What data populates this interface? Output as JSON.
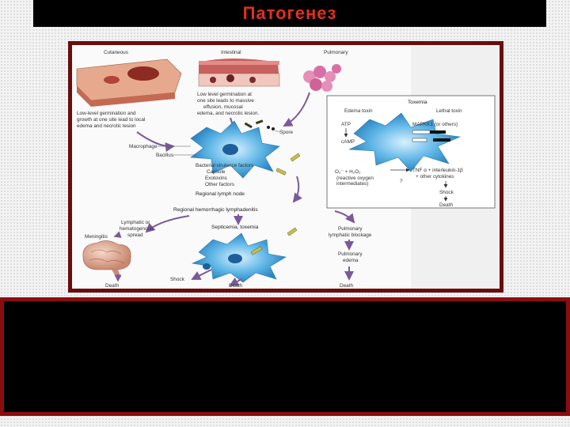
{
  "header": {
    "title": "Патогенез"
  },
  "diagram": {
    "routes": {
      "cutaneous": "Cutaneous",
      "intestinal": "Intestinal",
      "pulmonary": "Pulmonary"
    },
    "cutaneous_desc": [
      "Low-level germination and",
      "growth at one site lead to local",
      "edema and necrotic lesion"
    ],
    "intestinal_desc": [
      "Low level germination at",
      "one site leads to massive",
      "effusion, mucosal",
      "edema, and necrotic lesion."
    ],
    "cells": {
      "macrophage": "Macrophage",
      "bacillus": "Bacillus",
      "spore": "Spore"
    },
    "virulence": [
      "Bacterial virulence factors",
      "Capsule",
      "Exotoxins",
      "Other factors"
    ],
    "steps": {
      "lymph_node": "Regional lymph node",
      "lymphadenitis": "Regional hemorrhagic lymphadenitis",
      "septicemia": "Septicemia, toxemia",
      "lymphatic_spread": [
        "Lymphatic or",
        "hematogenous",
        "spread"
      ],
      "meningitis": "Meningitis",
      "pulm_blockage": [
        "Pulmonary",
        "lymphatic blockage"
      ],
      "pulm_edema": [
        "Pulmonary",
        "edema"
      ],
      "shock": "Shock",
      "death": "Death"
    },
    "toxemia_panel": {
      "title": "Toxemia",
      "edema_toxin": "Edema toxin",
      "lethal_toxin": "Lethal toxin",
      "atp": "ATP",
      "camp": "cAMP",
      "mapkk": "MAPKK1 (or others)",
      "ros": "O₂⁻ + H₂O₂",
      "ros_note": [
        "(reactive oxygen",
        "intermediates)"
      ],
      "q": "?",
      "tnf": [
        "TNF α + interleukin-1β",
        "+ other cytokines"
      ],
      "shock": "Shock",
      "death": "Death"
    }
  }
}
